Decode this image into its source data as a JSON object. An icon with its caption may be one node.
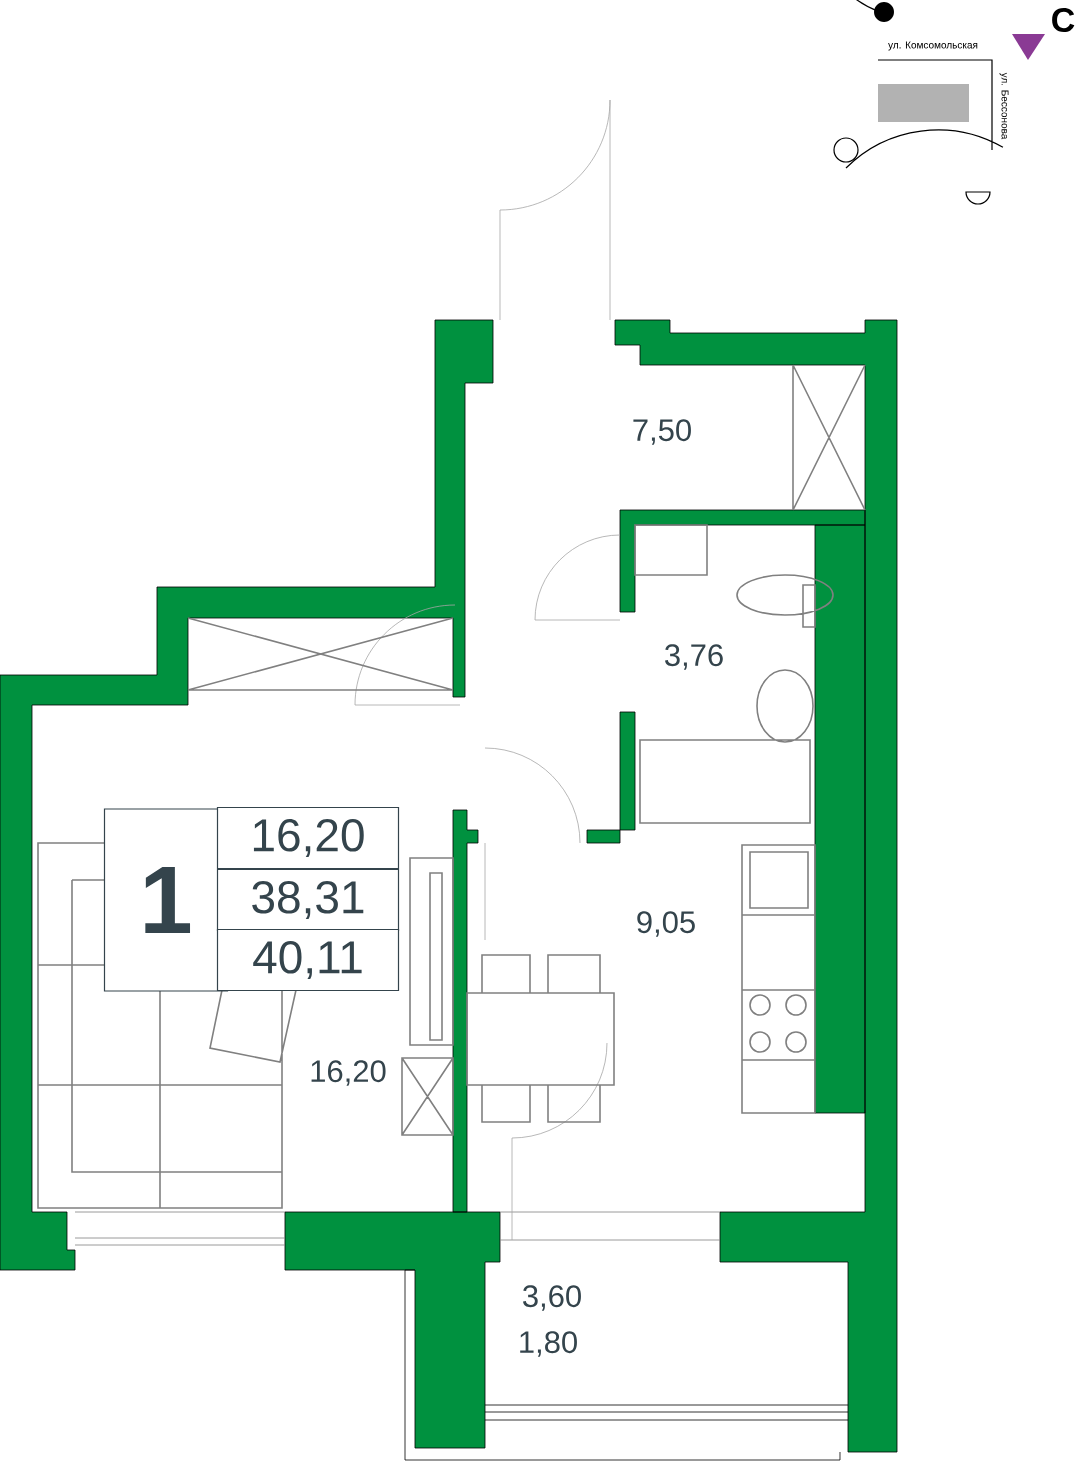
{
  "diagram": {
    "labels": [
      "С",
      "ул. Комсомольская",
      "ул. Бессонова",
      "7,50",
      "3,76",
      "1",
      "16,20",
      "38,31",
      "40,11",
      "9,05",
      "16,20",
      "3,60",
      "1,80"
    ]
  }
}
